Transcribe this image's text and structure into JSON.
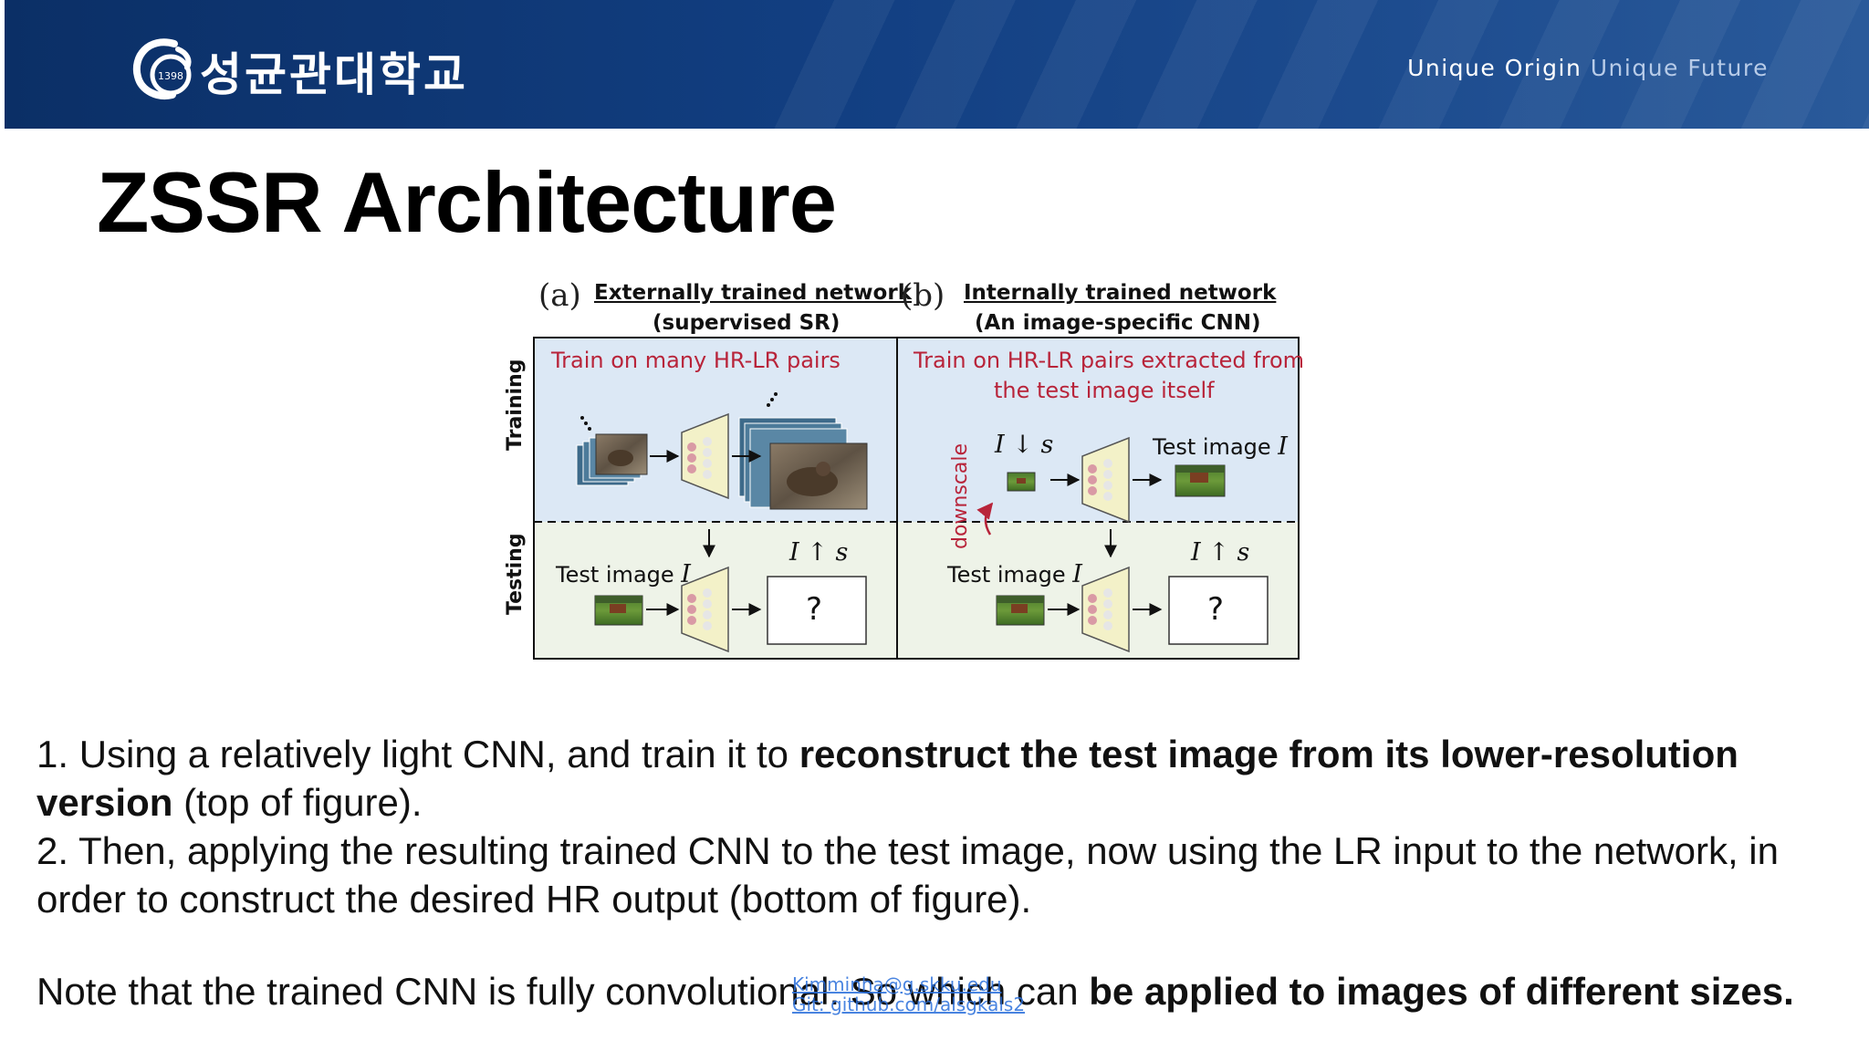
{
  "header": {
    "logo_text": "성균관대학교",
    "logo_seal_text": "1398",
    "slogan_part1": "Unique Origin",
    "slogan_part2": "Unique Future"
  },
  "slide": {
    "title": "ZSSR Architecture"
  },
  "figure": {
    "panel_a": {
      "letter": "(a)",
      "title": "Externally trained network",
      "subtitle": "(supervised SR)",
      "train_caption": "Train on many HR-LR pairs",
      "test_label": "Test image",
      "test_var": "I",
      "output_label": "I ↑ s",
      "output_placeholder": "?"
    },
    "panel_b": {
      "letter": "(b)",
      "title": "Internally trained network",
      "subtitle": "(An image-specific CNN)",
      "train_caption_line1": "Train on HR-LR pairs extracted from",
      "train_caption_line2": "the test image itself",
      "downscale_label": "downscale",
      "lr_label": "I ↓ s",
      "train_test_label": "Test image",
      "train_test_var": "I",
      "test_label": "Test image",
      "test_var": "I",
      "output_label": "I ↑ s",
      "output_placeholder": "?"
    },
    "row_labels": {
      "training": "Training",
      "testing": "Testing"
    },
    "colors": {
      "panel_bg": "#dce8f5",
      "testing_bg": "#eef3e8",
      "caption_red": "#b8243a",
      "network_fill": "#f3f1c8"
    }
  },
  "body": {
    "line1_plain": "1. Using a relatively light CNN, and train it to ",
    "line1_bold": "reconstruct the test image from its lower-resolution version",
    "line1_end": " (top of figure).",
    "line2": "2. Then, applying the resulting trained CNN to the test image, now using the LR input to the network, in order to construct the desired HR output (bottom of figure).",
    "note_plain": "Note that the trained CNN is fully convolutional. So which can ",
    "note_bold": "be applied to images of different sizes."
  },
  "contact": {
    "email": "Kimminha@g.skku.edu",
    "git": "Git: github.com/alsgkals2"
  }
}
